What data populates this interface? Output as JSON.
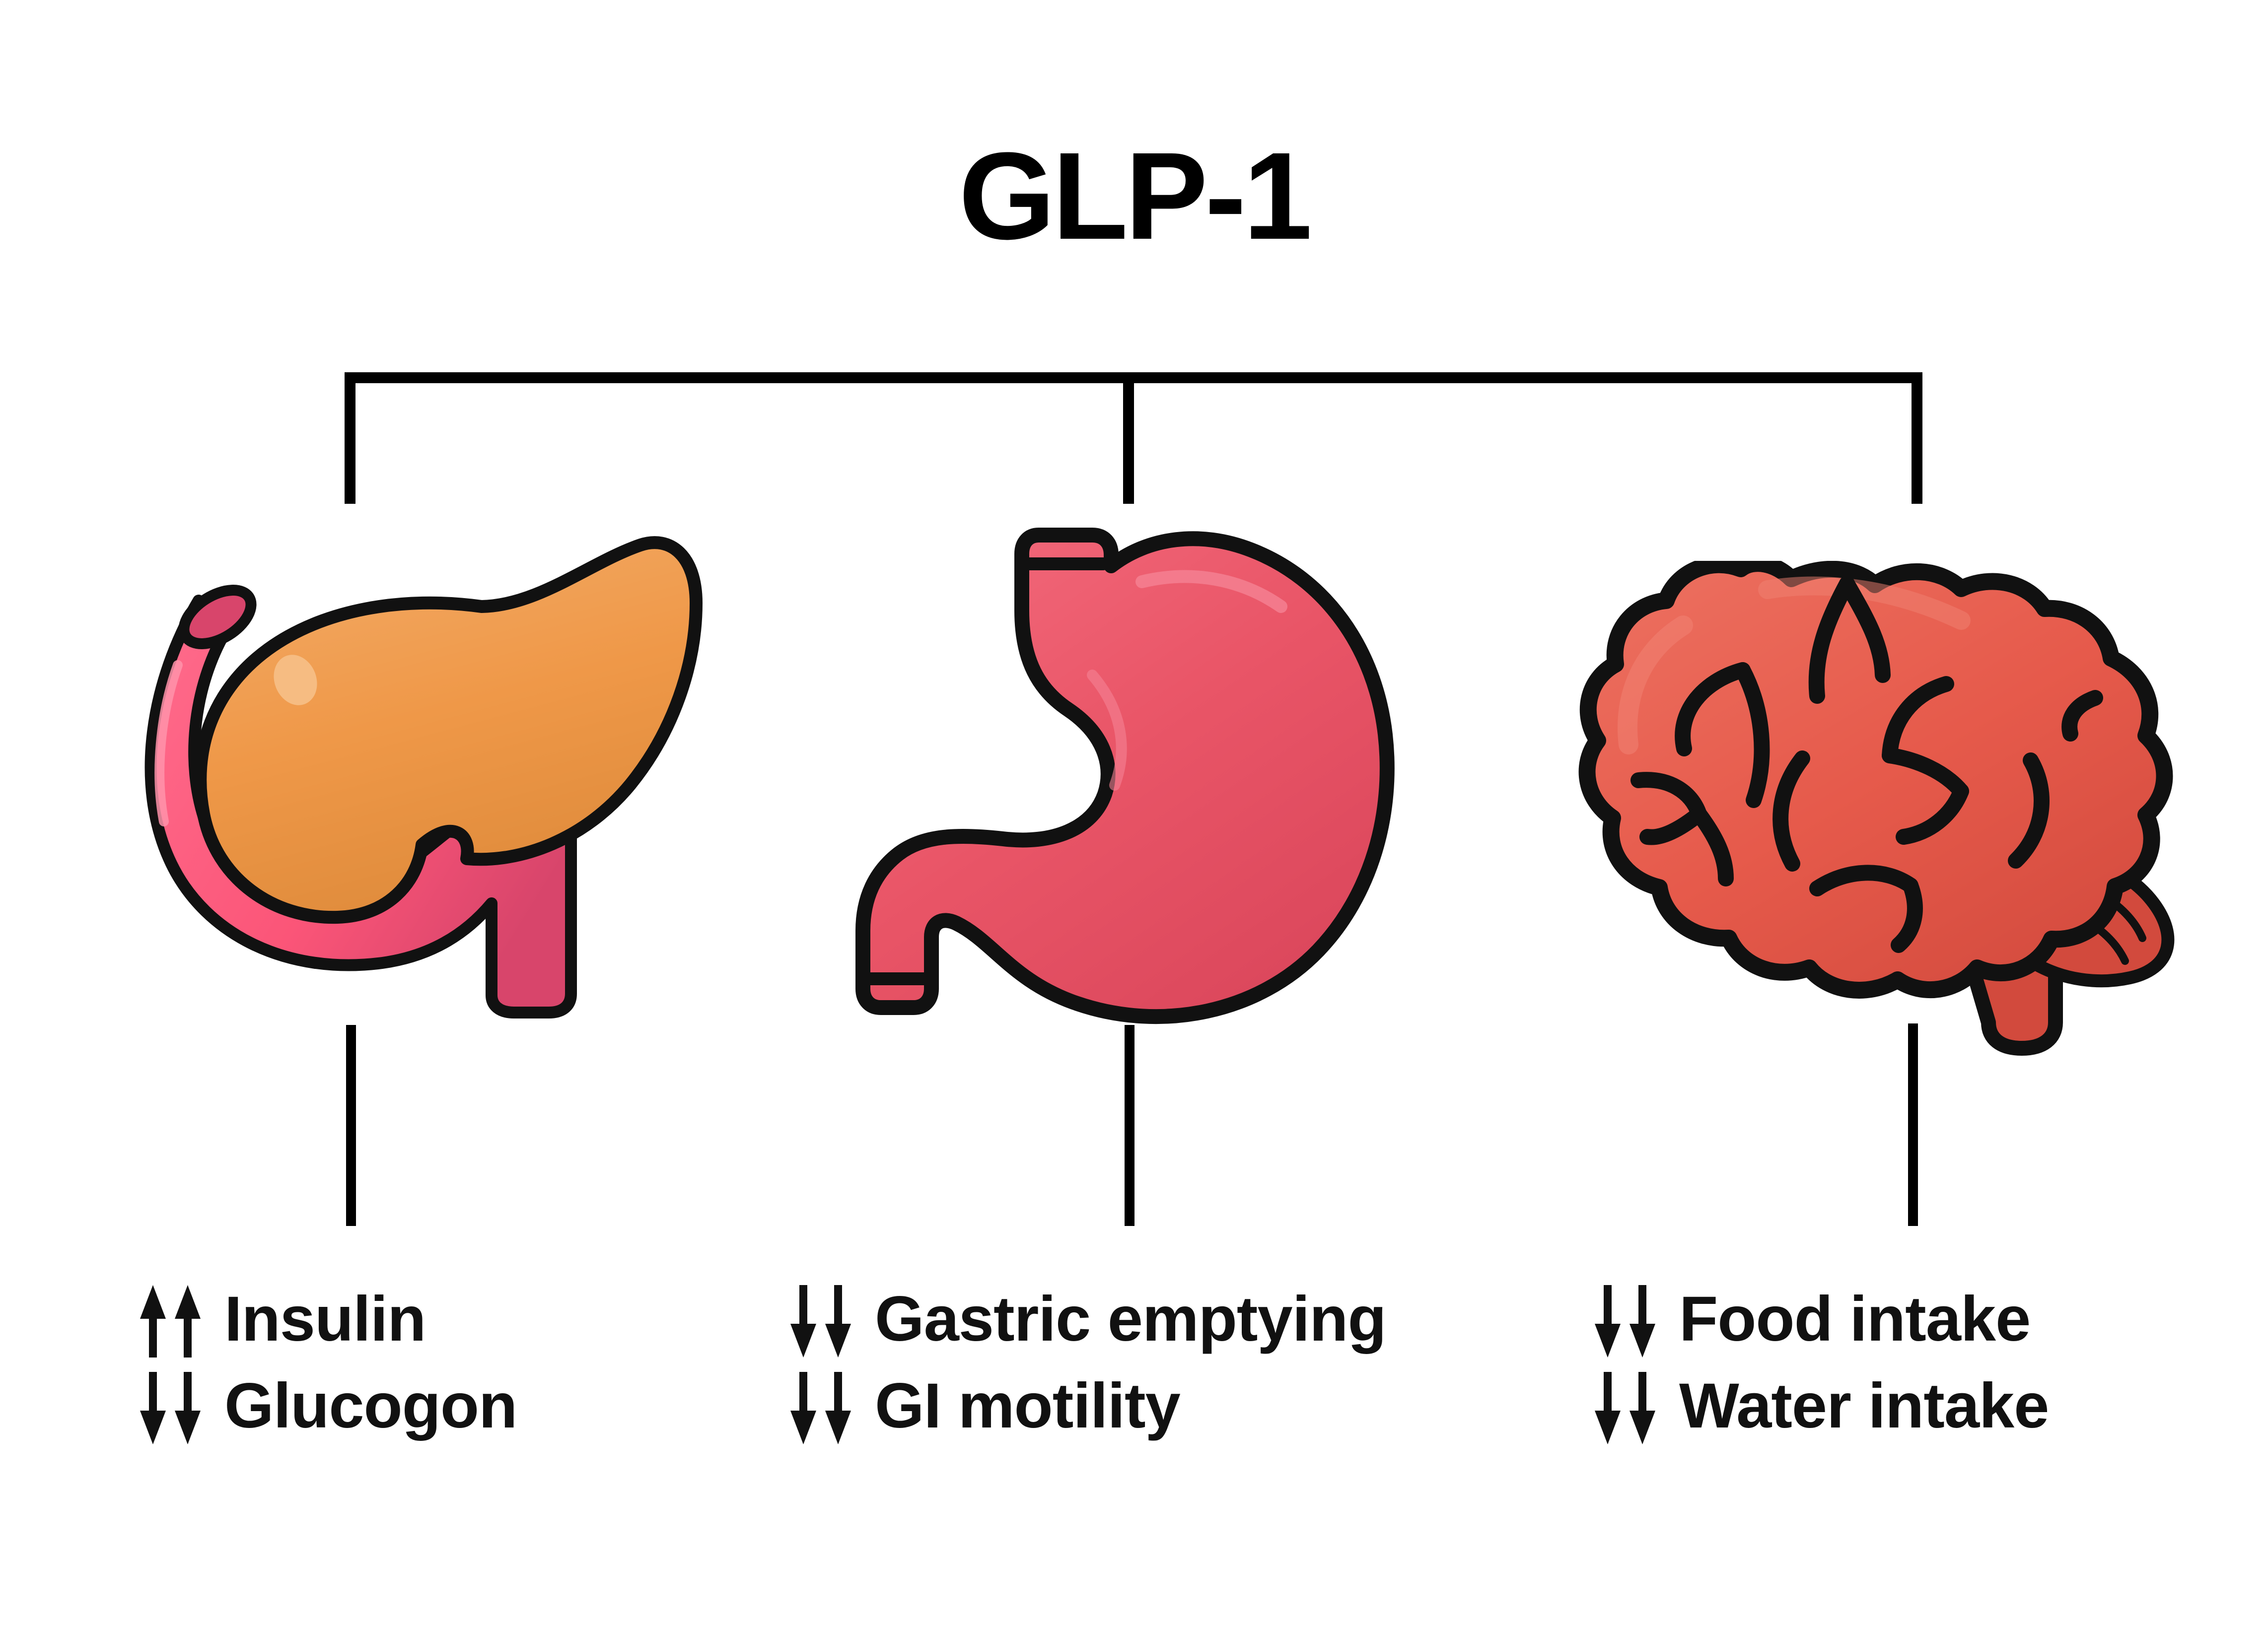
{
  "title": "GLP-1",
  "background_color": "#ffffff",
  "line_color": "#000000",
  "colors": {
    "pancreas_fill": "#EF9848",
    "pancreas_shade": "#E08C3C",
    "pancreas_highlight": "#F3AC68",
    "duodenum_fill": "#FB5578",
    "duodenum_shade": "#D8456B",
    "duodenum_highlight": "#FF7A95",
    "stomach_fill": "#E95567",
    "stomach_shade": "#D9455A",
    "stomach_highlight": "#F2687A",
    "brain_fill": "#E65A4B",
    "brain_shade": "#D24A3D",
    "brain_highlight": "#EC6F5F",
    "outline": "#111111",
    "text": "#111111"
  },
  "branches": [
    {
      "organ": "pancreas",
      "organ_label": "pancreas-and-duodenum-illustration",
      "effects": [
        {
          "direction": "up",
          "arrows": 2,
          "label": "Insulin"
        },
        {
          "direction": "down",
          "arrows": 2,
          "label": "Glucogon"
        }
      ]
    },
    {
      "organ": "stomach",
      "organ_label": "stomach-illustration",
      "effects": [
        {
          "direction": "down",
          "arrows": 2,
          "label": "Gastric emptying"
        },
        {
          "direction": "down",
          "arrows": 2,
          "label": "GI motility"
        }
      ]
    },
    {
      "organ": "brain",
      "organ_label": "brain-illustration",
      "effects": [
        {
          "direction": "down",
          "arrows": 2,
          "label": "Food intake"
        },
        {
          "direction": "down",
          "arrows": 2,
          "label": "Water intake"
        }
      ]
    }
  ]
}
